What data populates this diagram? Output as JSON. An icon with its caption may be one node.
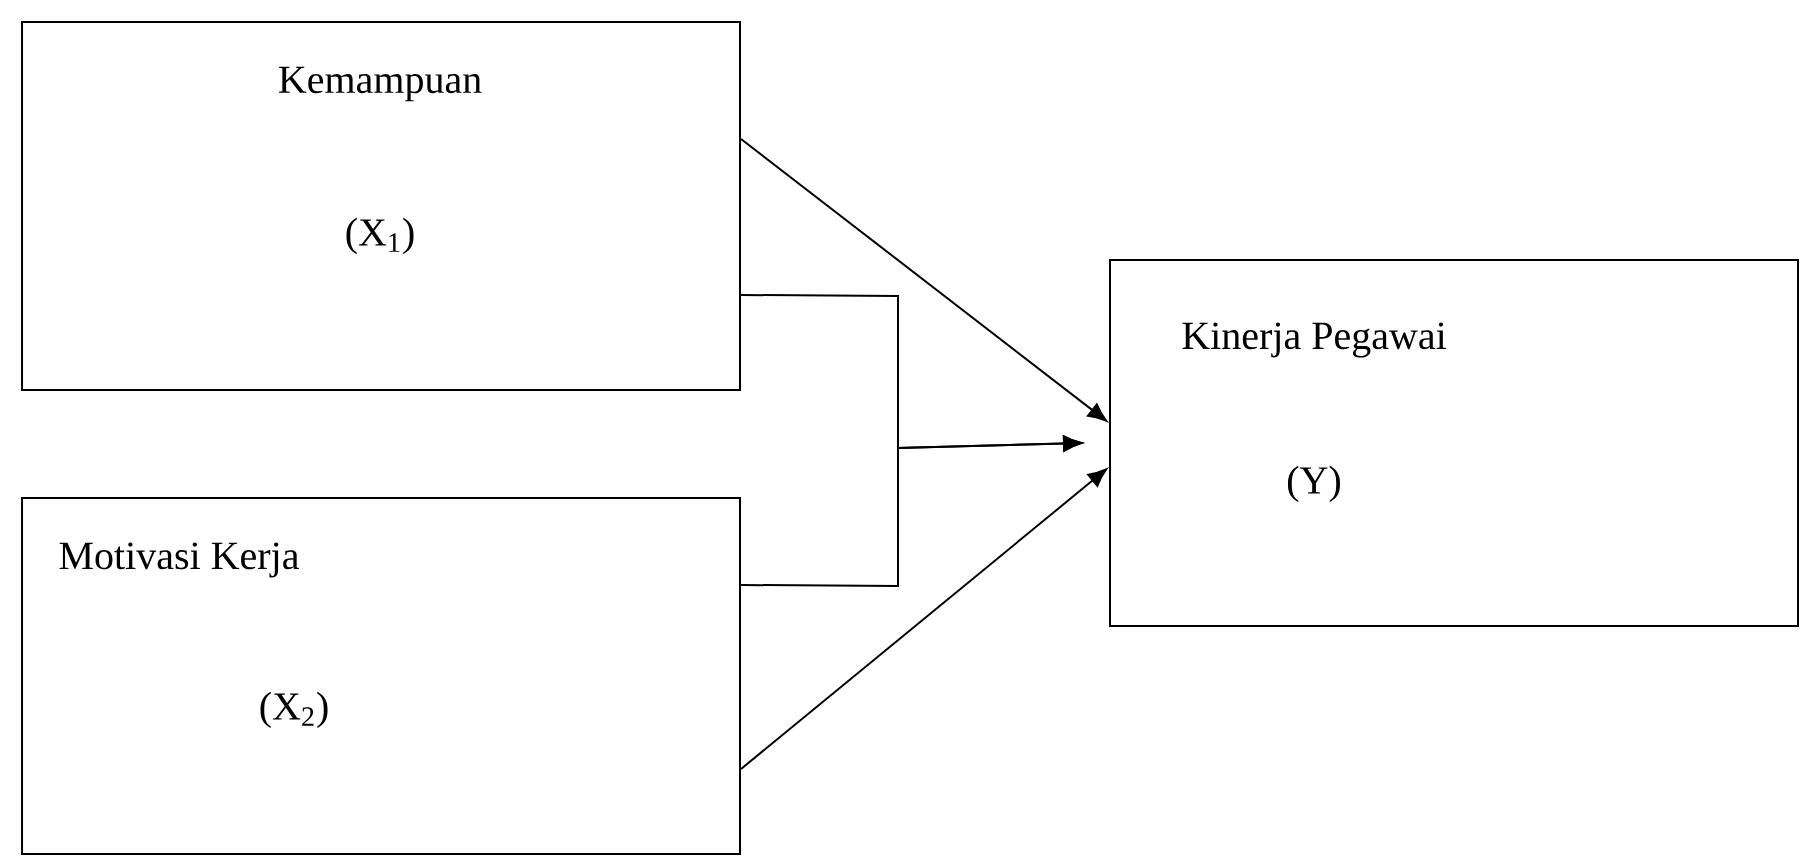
{
  "diagram": {
    "nodes": [
      {
        "text": [
          "Kemampuan",
          "(X$_{1}$)"
        ]
      },
      {
        "text": [
          "Motivasi Kerja",
          "(X$_{2}$)"
        ]
      },
      {
        "text": [
          "Kinerja Pegawai",
          "(Y)"
        ]
      }
    ],
    "edges": [
      {
        "from": 0,
        "to": 2,
        "arrow": "to"
      },
      {
        "from": 1,
        "to": 2,
        "arrow": "to"
      },
      {
        "from": 0,
        "to": 2,
        "arrow": "to"
      },
      {
        "from": 1,
        "to": 2,
        "arrow": "to"
      }
    ]
  }
}
